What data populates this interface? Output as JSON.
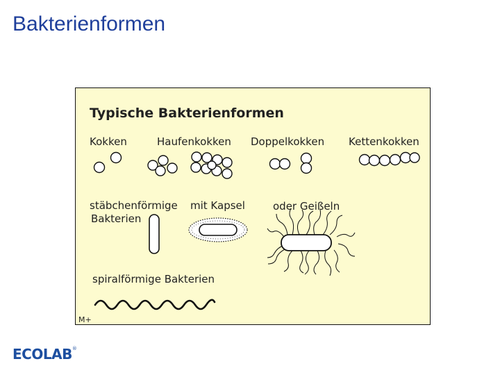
{
  "slide": {
    "title": "Bakterienformen"
  },
  "figure": {
    "heading": "Typische Bakterienformen",
    "labels": {
      "kokken": "Kokken",
      "haufenkokken": "Haufenkokken",
      "doppelkokken": "Doppelkokken",
      "kettenkokken": "Kettenkokken",
      "staebchen_line1": "stäbchenförmige",
      "staebchen_line2": "Bakterien",
      "kapsel": "mit Kapsel",
      "geisseln": "oder Geißeln",
      "spiral": "spiralförmige Bakterien",
      "corner": "M+"
    },
    "colors": {
      "background": "#fdfbcf",
      "stroke": "#111111"
    }
  },
  "logo": {
    "text": "ECOLAB",
    "mark": "®",
    "color": "#1d4fa0"
  }
}
